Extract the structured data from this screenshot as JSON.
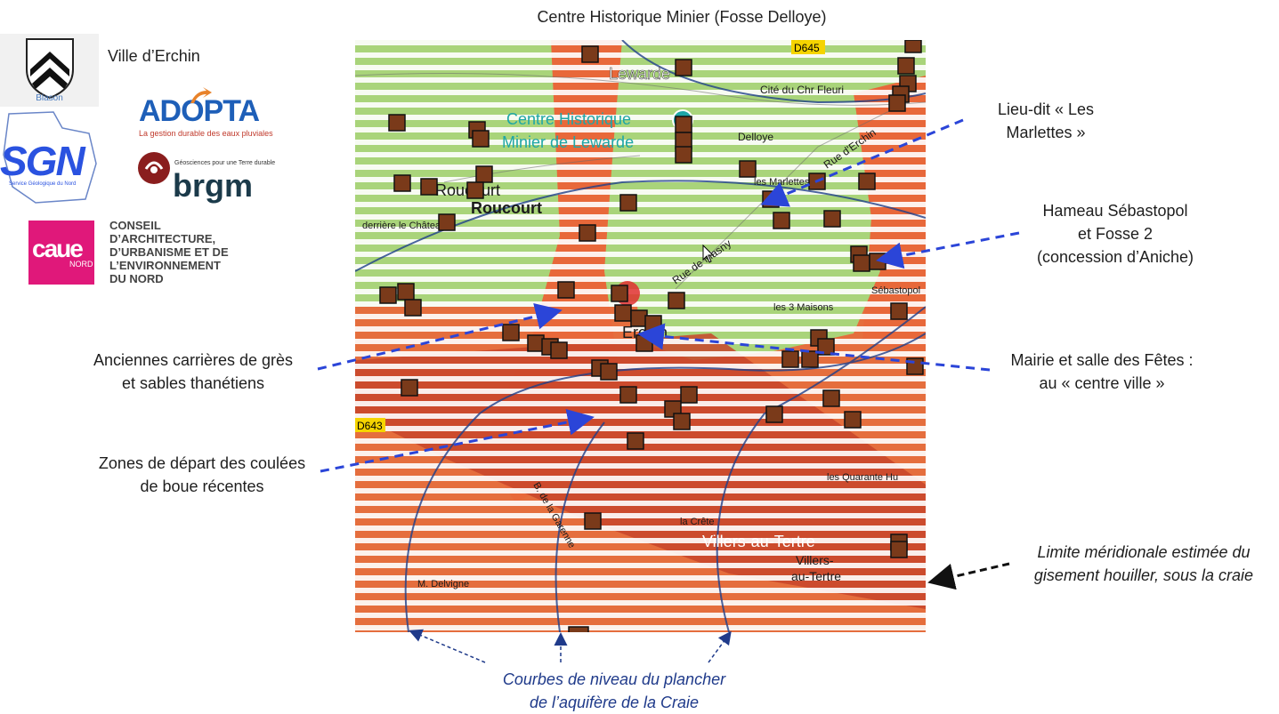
{
  "title": "Centre Historique Minier (Fosse Delloye)",
  "logos": {
    "blason_caption": "Blason",
    "ville": "Ville d’Erchin",
    "adopta": "ADOPTA",
    "adopta_tagline": "La gestion durable des eaux pluviales",
    "sgn": "SGN",
    "sgn_subtitle": "Service Géologique du Nord",
    "brgm": "brgm",
    "brgm_tagline": "Géosciences pour une Terre durable",
    "caue": "caue",
    "caue_small": "NORD",
    "caue_lines": [
      "CONSEIL",
      "D’ARCHITECTURE,",
      "D’URBANISME ET DE",
      "L’ENVIRONNEMENT",
      "DU NORD"
    ]
  },
  "map": {
    "places": {
      "lewarde": "Lewarde",
      "chm_line1": "Centre Historique",
      "chm_line2": "Minier de Lewarde",
      "roucourt1": "Roucourt",
      "roucourt2": "Roucourt",
      "erchin": "Erchin",
      "villers": "Villers-au-Tertre",
      "villers2": "Villers-",
      "villers3": "au-Tertre",
      "cite_fleuri": "Cité du Chr Fleuri",
      "delloye": "Delloye",
      "les_marlettes": "les Marlettes",
      "rue_erchin": "Rue d'Erchin",
      "rue_masny": "Rue de Masny",
      "sebastopol": "Sébastopol",
      "les_3_maisons": "les 3 Maisons",
      "quarante": "les Quarante Hu",
      "crete": "la Crête",
      "delvigne": "M. Delvigne",
      "chateau": "derrière le Château",
      "garenne": "B. de la Garenne",
      "d645": "D645",
      "d643": "D643"
    }
  },
  "annotations": {
    "marlettes": [
      "Lieu-dit « Les",
      "Marlettes »"
    ],
    "sebastopol": [
      "Hameau Sébastopol",
      "et Fosse 2",
      "(concession d’Aniche)"
    ],
    "carrieres": [
      "Anciennes carrières de grès",
      "et sables thanétiens"
    ],
    "mairie": [
      "Mairie et salle des Fêtes :",
      "au « centre ville »"
    ],
    "coulees": [
      "Zones de départ des coulées",
      "de boue récentes"
    ],
    "limite": [
      "Limite méridionale estimée du",
      "gisement houiller, sous la craie"
    ],
    "courbes": [
      "Courbes de niveau du plancher",
      "de l’aquifère de la Craie"
    ]
  },
  "colors": {
    "orange_zone": "#e8683a",
    "red_zone": "#c8452a",
    "green_zone": "#a9d47a",
    "stripe": "#ffffff",
    "marker_fill": "#7a3a1a",
    "arrow_blue": "#2b45d8",
    "arrow_navy": "#1f3a8a"
  }
}
